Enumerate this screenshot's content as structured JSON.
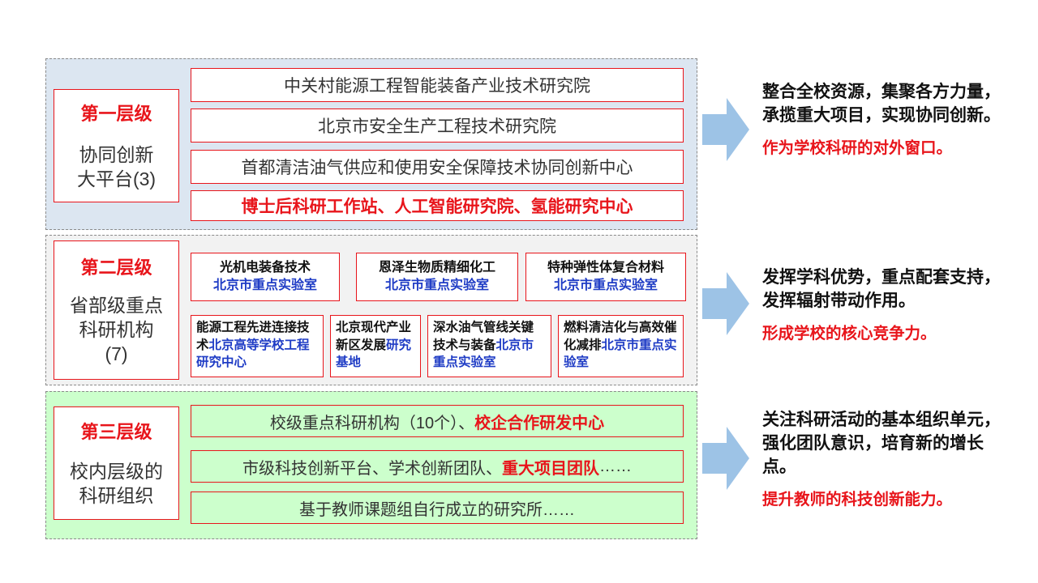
{
  "tiers": [
    {
      "level": "第一层级",
      "desc_line1": "协同创新",
      "desc_line2": "大平台(3)",
      "items": [
        "中关村能源工程智能装备产业技术研究院",
        "北京市安全生产工程技术研究院",
        "首都清洁油气供应和使用安全保障技术协同创新中心"
      ],
      "highlight": "博士后科研工作站、人工智能研究院、氢能研究中心",
      "summary": "整合全校资源，集聚各方力量，承揽重大项目，实现协同创新。",
      "summary_highlight": "作为学校科研的对外窗口。"
    },
    {
      "level": "第二层级",
      "desc_line1": "省部级重点",
      "desc_line2": "科研机构",
      "desc_line3": "(7)",
      "labs_top": [
        {
          "name": "光机电装备技术",
          "type": "北京市重点实验室"
        },
        {
          "name": "恩泽生物质精细化工",
          "type": "北京市重点实验室"
        },
        {
          "name": "特种弹性体复合材料",
          "type": "北京市重点实验室"
        }
      ],
      "labs_bottom": [
        {
          "name": "能源工程先进连接技术",
          "type": "北京高等学校工程研究中心"
        },
        {
          "name": "北京现代产业新区发展",
          "type": "研究基地"
        },
        {
          "name": "深水油气管线关键技术与装备",
          "type": "北京市重点实验室"
        },
        {
          "name": "燃料清洁化与高效催化减排",
          "type": "北京市重点实验室"
        }
      ],
      "summary": "发挥学科优势，重点配套支持，发挥辐射带动作用。",
      "summary_highlight": "形成学校的核心竞争力。"
    },
    {
      "level": "第三层级",
      "desc_line1": "校内层级的",
      "desc_line2": "科研组织",
      "rows": [
        {
          "text": "校级重点科研机构（10个）、",
          "highlight": "校企合作研发中心",
          "tail": ""
        },
        {
          "text": "市级科技创新平台、学术创新团队、",
          "highlight": "重大项目团队",
          "tail": "……"
        },
        {
          "text": "基于教师课题组自行成立的研究所……",
          "highlight": "",
          "tail": ""
        }
      ],
      "summary": "关注科研活动的基本组织单元，强化团队意识，培育新的增长点。",
      "summary_highlight": "提升教师的科技创新能力。"
    }
  ],
  "colors": {
    "accent_red": "#e8151b",
    "lab_blue": "#1f3cc5",
    "arrow_blue": "#9dc3e6"
  }
}
